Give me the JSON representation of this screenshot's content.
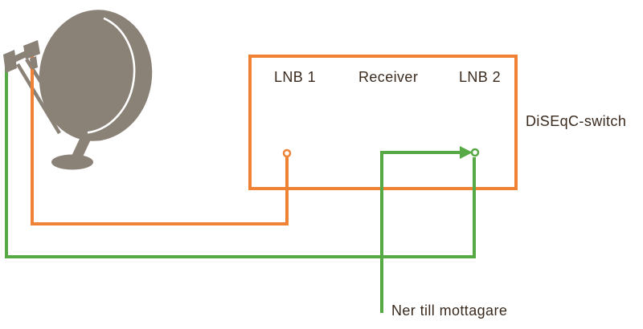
{
  "colors": {
    "orange": "#ef8235",
    "green": "#57a946",
    "dish_gray": "#8a8177",
    "text_dark": "#3a2a1e",
    "background": "#ffffff"
  },
  "diagram": {
    "labels": {
      "lnb1": "LNB 1",
      "receiver": "Receiver",
      "lnb2": "LNB 2",
      "switch": "DiSEqC-switch",
      "down_to_receiver": "Ner till mottagare"
    },
    "icons": {
      "dish": "satellite-dish-icon"
    }
  }
}
